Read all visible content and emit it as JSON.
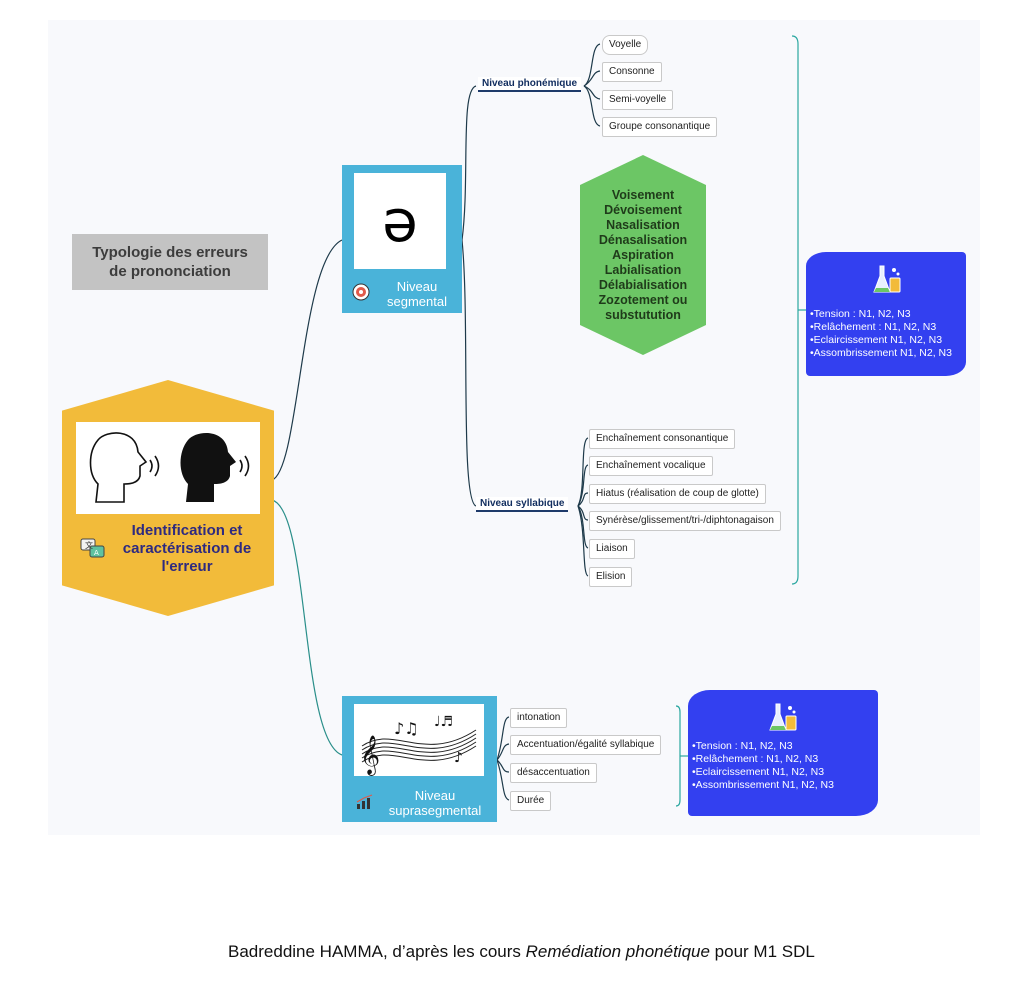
{
  "title_box": {
    "line1": "Typologie des erreurs",
    "line2": "de prononciation"
  },
  "root": {
    "line1": "Identification et",
    "line2": "caractérisation de",
    "line3": "l'erreur"
  },
  "segmental": {
    "line1": "Niveau",
    "line2": "segmental",
    "symbol": "ə"
  },
  "suprasegmental": {
    "line1": "Niveau",
    "line2": "suprasegmental"
  },
  "phonemique": {
    "label": "Niveau phonémique",
    "items": [
      "Voyelle",
      "Consonne",
      "Semi-voyelle",
      "Groupe consonantique"
    ]
  },
  "features": [
    "Voisement",
    "Dévoisement",
    "Nasalisation",
    "Dénasalisation",
    "Aspiration",
    "Labialisation",
    "Délabialisation",
    "Zozotement ou",
    "substutution"
  ],
  "syllabique": {
    "label": "Niveau syllabique",
    "items": [
      "Enchaînement consonantique",
      "Enchaînement vocalique",
      "Hiatus (réalisation de coup de glotte)",
      "Synérèse/glissement/tri-/diphtonagaison",
      "Liaison",
      "Elision"
    ]
  },
  "supra_items": [
    "intonation",
    "Accentuation/égalité syllabique",
    "désaccentuation",
    "Durée"
  ],
  "blue_box_1": [
    "•Tension : N1, N2, N3",
    "•Relâchement : N1, N2, N3",
    "•Eclaircissement N1, N2, N3",
    "•Assombrissement N1, N2, N3"
  ],
  "blue_box_2": [
    "•Tension : N1, N2, N3",
    "•Relâchement : N1, N2, N3",
    "•Eclaircissement N1, N2, N3",
    "•Assombrissement N1, N2, N3"
  ],
  "caption": {
    "pre": "Badreddine HAMMA, d’après les cours ",
    "italic": "Remédiation phonétique",
    "post": " pour M1 SDL"
  },
  "colors": {
    "accent_blue": "#3340f0",
    "green": "#6cc665",
    "yellow": "#f2bb3a",
    "card_blue": "#4ab3d9"
  }
}
